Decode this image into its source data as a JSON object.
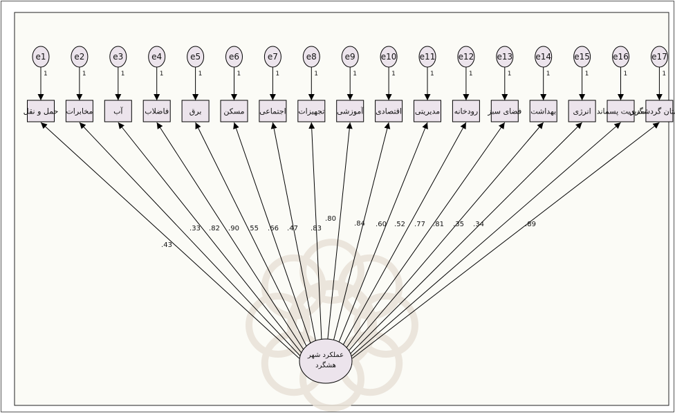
{
  "diagram": {
    "latent": {
      "line1": "عملکرد شهر",
      "line2": "هشگرد"
    },
    "indicators": [
      {
        "error": "e1",
        "label": "حمل و نقل",
        "loading": ".43"
      },
      {
        "error": "e2",
        "label": "مخابرات",
        "loading": ".33"
      },
      {
        "error": "e3",
        "label": "آب",
        "loading": ".82"
      },
      {
        "error": "e4",
        "label": "فاضلاب",
        "loading": ".90"
      },
      {
        "error": "e5",
        "label": "برق",
        "loading": ".55"
      },
      {
        "error": "e6",
        "label": "مسکن",
        "loading": ".66"
      },
      {
        "error": "e7",
        "label": "اجتماعی",
        "loading": ".47"
      },
      {
        "error": "e8",
        "label": "تجهیزات",
        "loading": ".83"
      },
      {
        "error": "e9",
        "label": "آموزشی",
        "loading": ".80"
      },
      {
        "error": "e10",
        "label": "اقتصادی",
        "loading": ".84"
      },
      {
        "error": "e11",
        "label": "مدیریتی",
        "loading": ".60"
      },
      {
        "error": "e12",
        "label": "رودخانه",
        "loading": ".52"
      },
      {
        "error": "e13",
        "label": "فضای سبز",
        "loading": ".77"
      },
      {
        "error": "e14",
        "label": "بهداشت",
        "loading": ".81"
      },
      {
        "error": "e15",
        "label": "انرژی",
        "loading": ".35"
      },
      {
        "error": "e16",
        "label": "مدیریت پسماند",
        "loading": ".34"
      },
      {
        "error": "e17",
        "label": "شبستان گردشگری",
        "loading": ".89"
      }
    ],
    "error_path_label": "1",
    "colors": {
      "fill": "#ece4ec",
      "stroke": "#000000",
      "frame_fill": "#fbfbf6",
      "watermark": "#e9e2d8"
    }
  }
}
